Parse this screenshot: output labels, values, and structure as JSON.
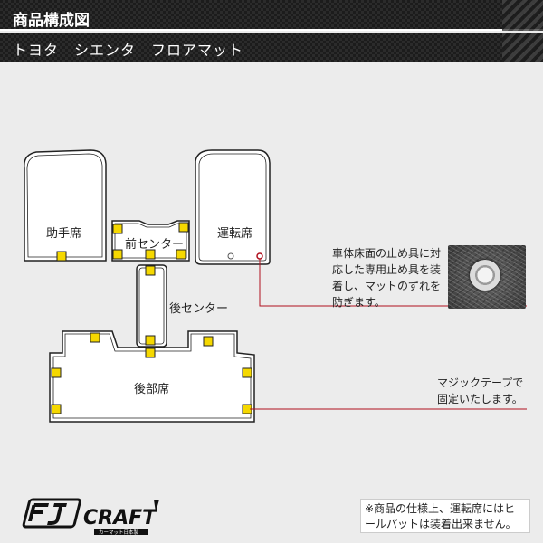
{
  "header": {
    "title": "商品構成図",
    "subtitle": "トヨタ　シエンタ　フロアマット"
  },
  "parts": {
    "passenger": "助手席",
    "front_center": "前センター",
    "driver": "運転席",
    "rear_center": "後センター",
    "rear": "後部席"
  },
  "callouts": {
    "anchor_note": "車体床面の止め具に対応した専用止め具を装着し、マットのずれを防ぎます。",
    "velcro_note": "マジックテープで固定いたします。"
  },
  "disclaimer": "※商品の仕様上、運転席にはヒールパットは装着出来ません。",
  "brand": {
    "logo_text": "FJ CRAFT",
    "logo_subtext": "カーマット日本製"
  },
  "colors": {
    "tab": "#f5d800",
    "callout_line": "#b0101e",
    "outline": "#222222"
  }
}
